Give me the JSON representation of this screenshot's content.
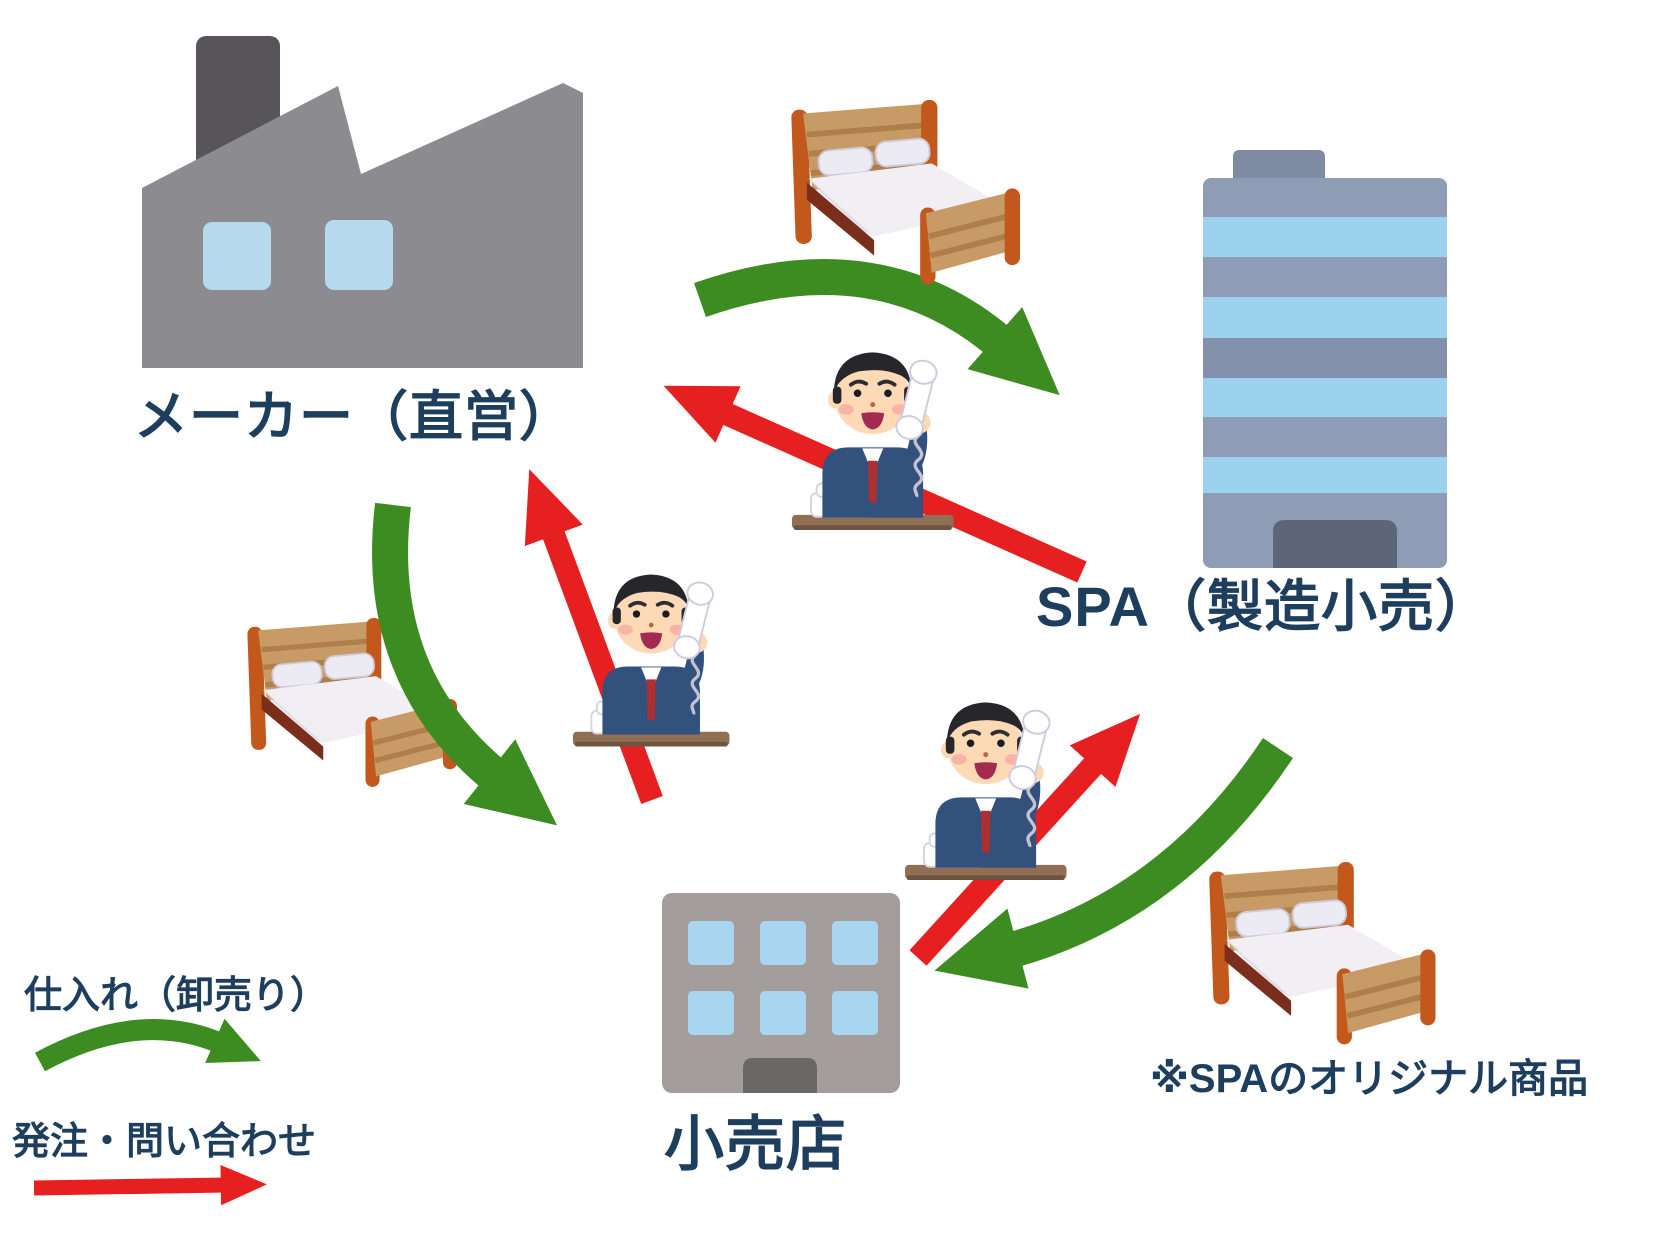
{
  "nodes": {
    "maker": "メーカー（直営）",
    "spa": "SPA（製造小売）",
    "retailer": "小売店"
  },
  "annotations": {
    "spa_product_note": "※SPAのオリジナル商品"
  },
  "legend": {
    "wholesale_label": "仕入れ（卸売り）",
    "order_label": "発注・問い合わせ"
  },
  "colors": {
    "wholesale_green": "#3d8c22",
    "order_red": "#e62020",
    "label_navy": "#1d3e5c"
  },
  "icons": {
    "factory": "factory-icon",
    "spa_building": "office-building-icon",
    "retail_store": "store-building-icon",
    "bed": "bed-icon",
    "businessman": "businessman-on-phone-icon",
    "green_arrow": "wholesale-arrow",
    "red_arrow": "order-arrow"
  }
}
